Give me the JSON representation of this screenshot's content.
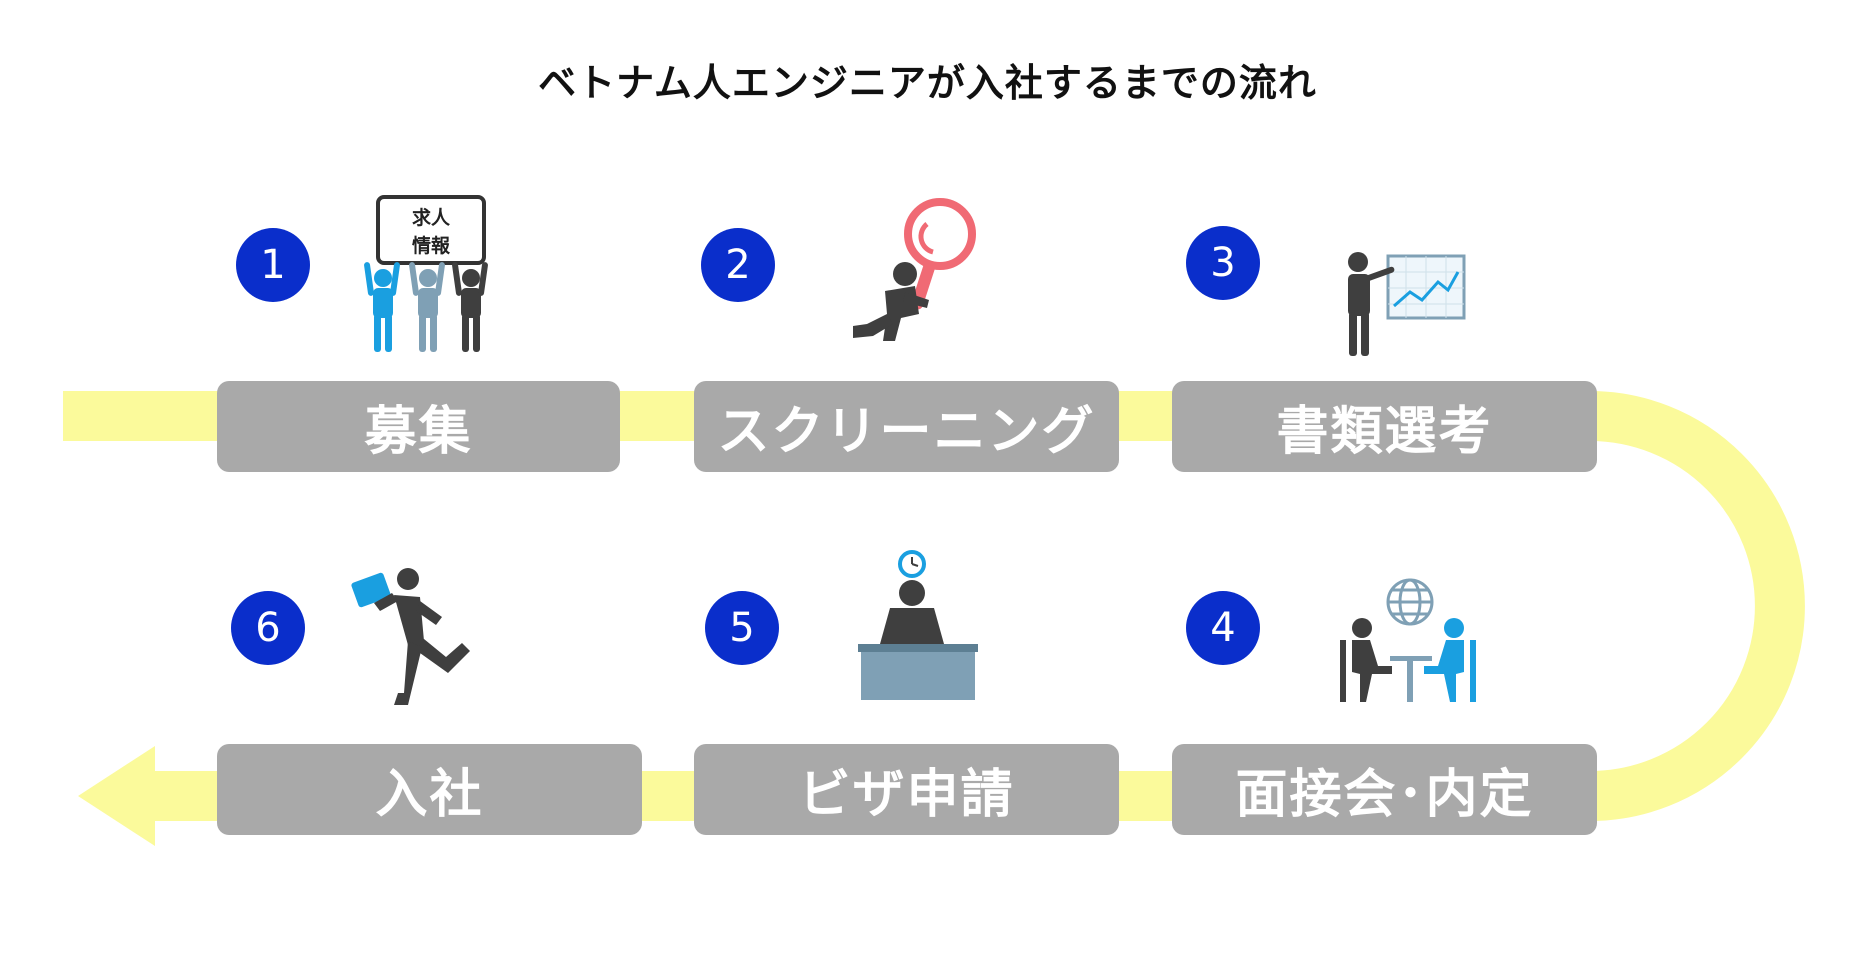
{
  "title": "ベトナム人エンジニアが入社するまでの流れ",
  "colors": {
    "path": "#fbfa9b",
    "step_box": "#a9a9a9",
    "badge": "#0a2ecb",
    "accent_blue": "#1a9fe0",
    "icon_gray": "#3f3f3f"
  },
  "steps": [
    {
      "number": "1",
      "label": "募集",
      "icon": "job-posting-crowd-icon",
      "sign_line1": "求人",
      "sign_line2": "情報"
    },
    {
      "number": "2",
      "label": "スクリーニング",
      "icon": "magnifier-search-icon"
    },
    {
      "number": "3",
      "label": "書類選考",
      "icon": "presentation-chart-icon"
    },
    {
      "number": "4",
      "label": "面接会･内定",
      "icon": "interview-globe-icon"
    },
    {
      "number": "5",
      "label": "ビザ申請",
      "icon": "desk-clock-icon"
    },
    {
      "number": "6",
      "label": "入社",
      "icon": "running-person-icon"
    }
  ]
}
